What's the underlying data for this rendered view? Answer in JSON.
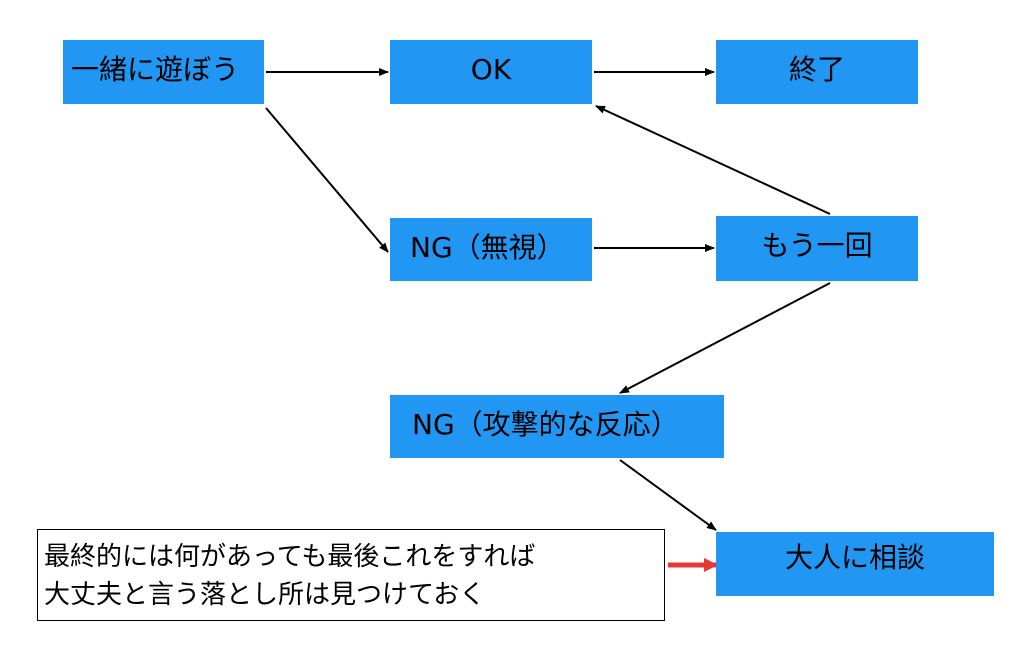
{
  "nodes": {
    "start": "一緒に遊ぼう",
    "ok": "OK",
    "end": "終了",
    "ignore": "NG（無視）",
    "retry": "もう一回",
    "aggressive": "NG（攻撃的な反応）",
    "consult": "大人に相談"
  },
  "note": {
    "line1": "最終的には何があっても最後これをすれば",
    "line2": "大丈夫と言う落とし所は見つけておく"
  },
  "colors": {
    "node_fill": "#2196f3",
    "arrow": "#000000",
    "highlight_arrow": "#e53935"
  }
}
